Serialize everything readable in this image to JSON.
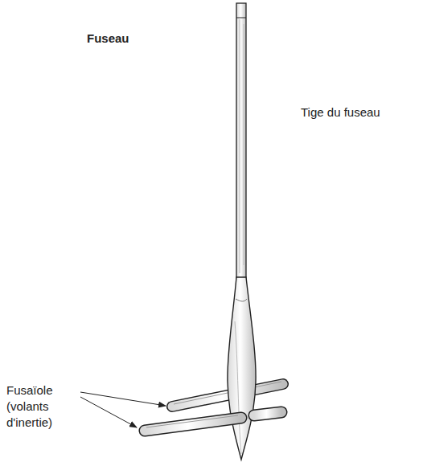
{
  "diagram": {
    "title": "Fuseau",
    "labels": [
      "Tige du fuseau",
      "Fusaïole (volants d'inertie)"
    ]
  }
}
